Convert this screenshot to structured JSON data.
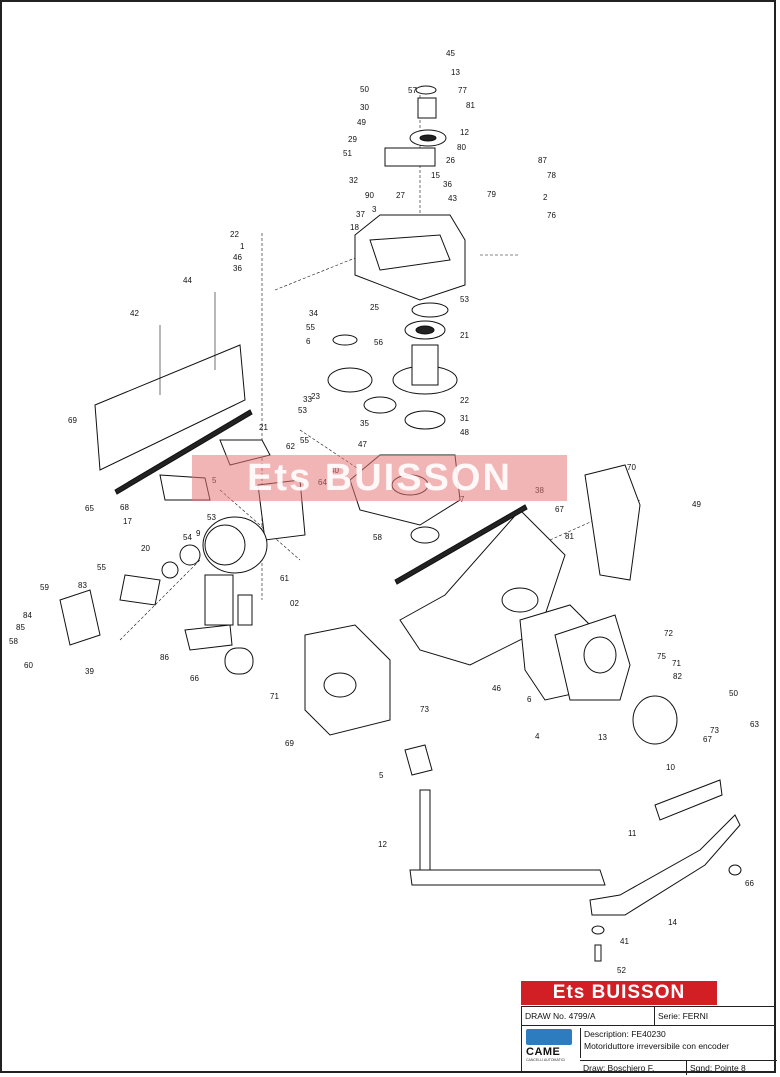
{
  "watermark": "Ets BUISSON",
  "brand_label": "Ets BUISSON",
  "title_block": {
    "drawing_no": "DRAW No. 4799/A",
    "serie": "Serie: FERNI",
    "description_line1": "Description: FE40230",
    "description_line2": "Motoriduttore irreversibile con encoder",
    "logo_text": "CAME",
    "logo_sub": "CANCELLI AUTOMATICI",
    "drawn_by": "Draw: Boschiero F.",
    "sheet": "Sgnd: Pointe 8"
  },
  "callouts": [
    "45",
    "13",
    "57",
    "50",
    "77",
    "30",
    "81",
    "49",
    "12",
    "80",
    "29",
    "51",
    "26",
    "32",
    "15",
    "36",
    "90",
    "27",
    "43",
    "37",
    "3",
    "18",
    "22",
    "1",
    "46",
    "36",
    "87",
    "78",
    "2",
    "79",
    "76",
    "44",
    "34",
    "25",
    "53",
    "42",
    "55",
    "56",
    "33",
    "21",
    "6",
    "23",
    "53",
    "22",
    "35",
    "31",
    "55",
    "47",
    "48",
    "62",
    "69",
    "21",
    "40",
    "5",
    "64",
    "70",
    "68",
    "38",
    "65",
    "17",
    "67",
    "58",
    "49",
    "7",
    "81",
    "53",
    "54",
    "9",
    "20",
    "55",
    "59",
    "83",
    "61",
    "84",
    "02",
    "85",
    "86",
    "58",
    "60",
    "39",
    "66",
    "63",
    "73",
    "71",
    "13",
    "72",
    "75",
    "6",
    "46",
    "50",
    "71",
    "82",
    "4",
    "67",
    "73",
    "69",
    "5",
    "10",
    "12",
    "11",
    "14",
    "41",
    "52",
    "66"
  ]
}
